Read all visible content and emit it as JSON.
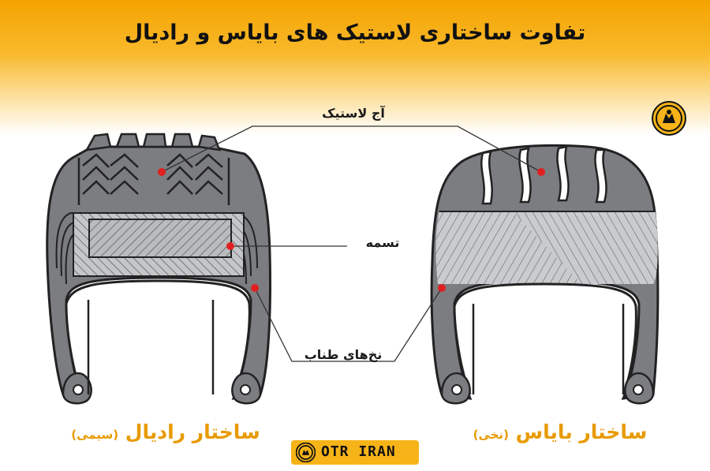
{
  "title": "تفاوت ساختاری لاستیک های بایاس و رادیال",
  "labels": {
    "tread": "آج لاستیک",
    "belt": "تسمه",
    "plies": "نخ‌های طناب"
  },
  "captions": {
    "radial": "ساختار رادیال",
    "radial_note": "(سیمی)",
    "bias": "ساختار بایاس",
    "bias_note": "(نخی)"
  },
  "brand": {
    "name": "OTR IRAN"
  },
  "colors": {
    "accent": "#f5a300",
    "caption": "#e89a00",
    "tire_gray": "#7b7d80",
    "marker": "#e02020"
  }
}
